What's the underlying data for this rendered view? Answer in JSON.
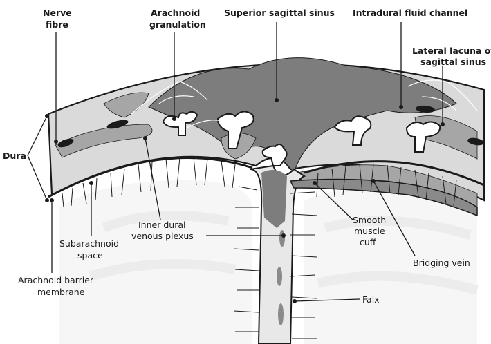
{
  "labels": {
    "nerve_fibre": [
      "Nerve",
      "fibre"
    ],
    "arachnoid_granulation": [
      "Arachnoid",
      "granulation"
    ],
    "superior_sagittal_sinus": "Superior sagittal sinus",
    "intradural_fluid_channel": "Intradural fluid channel",
    "lateral_lacuna": [
      "Lateral lacuna of",
      "sagittal sinus"
    ],
    "dura": "Dura",
    "inner_dural_venous_plexus": [
      "Inner dural",
      "venous plexus"
    ],
    "subarachnoid_space": [
      "Subarachnoid",
      "space"
    ],
    "arachnoid_barrier_membrane": [
      "Arachnoid barrier",
      "membrane"
    ],
    "smooth_muscle_cuff": [
      "Smooth",
      "muscle",
      "cuff"
    ],
    "bridging_vein": "Bridging vein",
    "falx": "Falx"
  },
  "colors": {
    "dura_fill": "#d9d9d9",
    "sinus_fill": "#7d7d7d",
    "plexus_fill": "#a6a6a6",
    "ink": "#1a1a1a",
    "brain_fill": "#f4f4f4"
  }
}
